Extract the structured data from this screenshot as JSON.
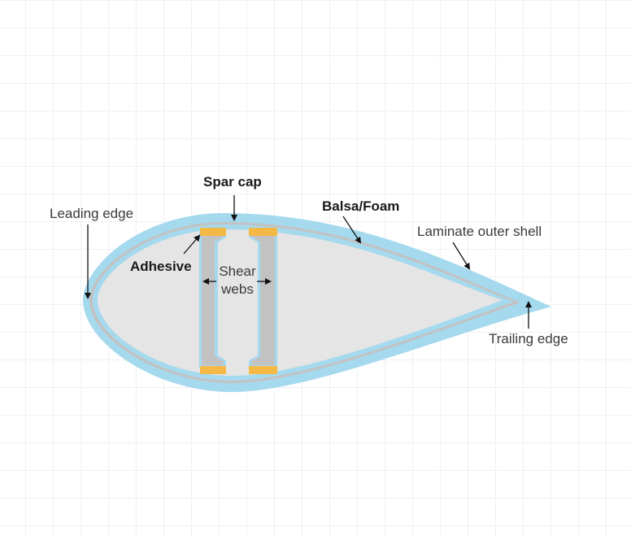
{
  "labels": {
    "spar_cap": "Spar cap",
    "balsa_foam": "Balsa/Foam",
    "leading_edge": "Leading edge",
    "laminate_outer_shell": "Laminate outer shell",
    "adhesive": "Adhesive",
    "shear_webs_line1": "Shear",
    "shear_webs_line2": "webs",
    "trailing_edge": "Trailing edge"
  },
  "colors": {
    "outer_shell": "#a5d9ee",
    "core": "#c2c2c2",
    "inner_fill": "#e5e5e5",
    "adhesive": "#f4b944",
    "arrow": "#111111",
    "bold_text": "#1a1a1a",
    "regular_text": "#3a3a3a"
  }
}
